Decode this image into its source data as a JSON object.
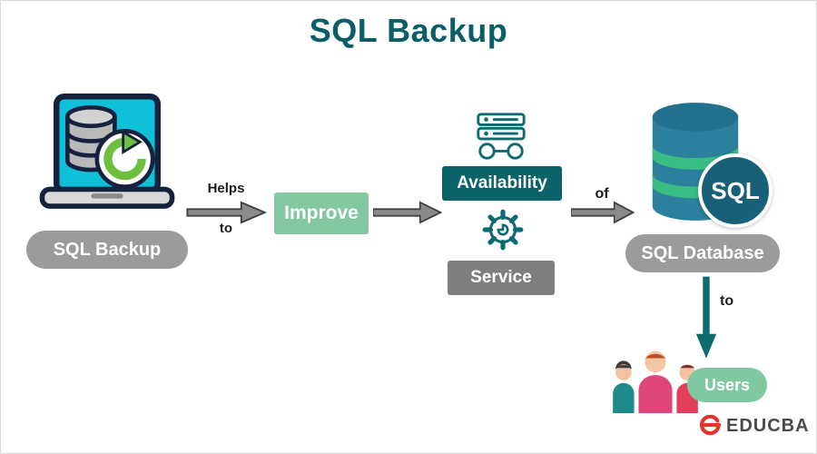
{
  "title": "SQL Backup",
  "flow": {
    "sql_backup": "SQL Backup",
    "helps_line1": "Helps",
    "helps_line2": "to",
    "improve": "Improve",
    "availability": "Availability",
    "service": "Service",
    "of": "of",
    "sql_badge": "SQL",
    "sql_database": "SQL Database",
    "to": "to",
    "users": "Users"
  },
  "logo": {
    "text": "EDUCBA"
  },
  "icons": {
    "laptop_backup": "laptop-with-database-and-refresh-arrow",
    "availability": "server-stack-icon",
    "service": "gear-icon",
    "database": "database-cylinder-icon",
    "users": "people-group-icon",
    "logo": "educba-e-icon"
  },
  "colors": {
    "title_teal": "#0b5d68",
    "pill_gray": "#9b9b9b",
    "box_green": "#84c8a1",
    "pill_green": "#7fc9a1",
    "box_teal": "#0b6268",
    "box_gray": "#7e7e7e",
    "arrow_gray": "#8b8b8b",
    "arrow_teal": "#0c6b6b",
    "db_blue": "#2c7f9d",
    "db_green": "#39bd82",
    "screen_cyan": "#0ec1d8",
    "logo_red": "#e5322d"
  }
}
